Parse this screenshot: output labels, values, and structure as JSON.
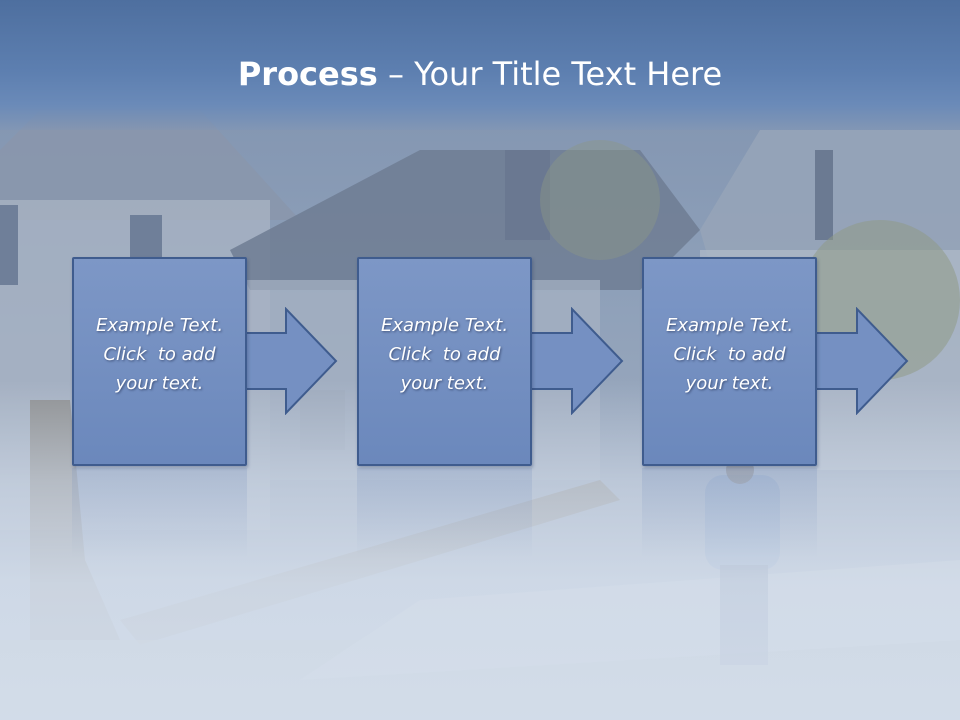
{
  "slide": {
    "title_bold": "Process",
    "title_rest": " – Your Title Text Here",
    "steps": [
      {
        "line1": "Example Text.",
        "line2": "Click  to add",
        "line3": "your text."
      },
      {
        "line1": "Example Text.",
        "line2": "Click  to add",
        "line3": "your text."
      },
      {
        "line1": "Example Text.",
        "line2": "Click  to add",
        "line3": "your text."
      }
    ],
    "colors": {
      "title_bar": "#5d7fb0",
      "box_fill": "#7590c2",
      "box_border": "#3f5c8e",
      "text": "#ffffff"
    },
    "background_image": "storm-damaged-house-photo"
  }
}
